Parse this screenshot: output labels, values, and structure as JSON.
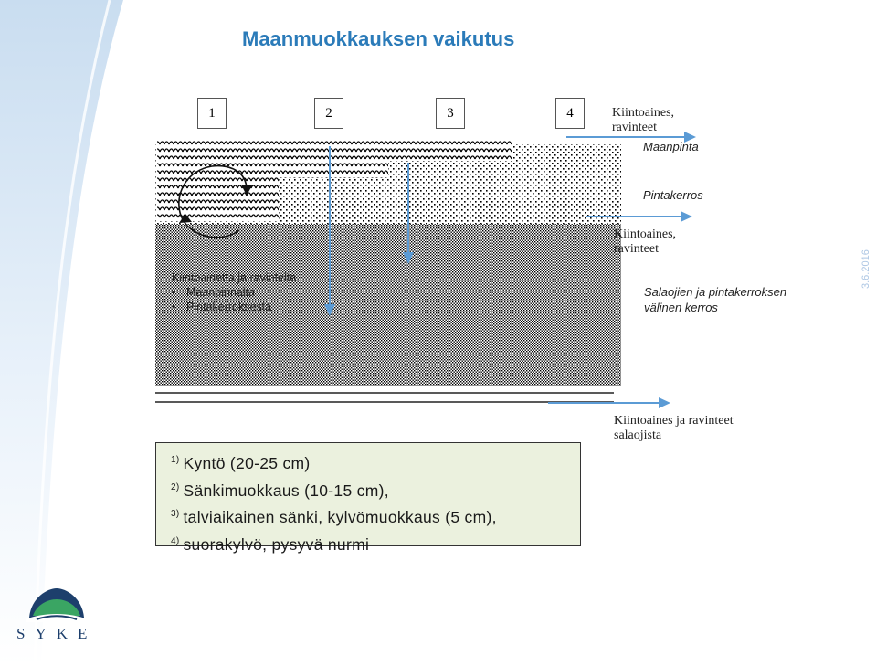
{
  "title": "Maanmuokkauksen vaikutus",
  "columns": [
    "1",
    "2",
    "3",
    "4"
  ],
  "labels": {
    "kiintoaines_top": [
      "Kiintoaines,",
      "ravinteet"
    ],
    "maanpinta": "Maanpinta",
    "pintakerros": "Pintakerros",
    "kiintoaines_mid": [
      "Kiintoaines,",
      "ravinteet"
    ],
    "salaojien": [
      "Salaojien ja pintakerroksen",
      "välinen kerros"
    ],
    "salaoja_out": [
      "Kiintoaines ja ravinteet",
      "salaojista"
    ]
  },
  "sources": {
    "heading": "Kiintoainetta ja ravinteita",
    "items": [
      "Maanpinnalta",
      "Pintakerroksesta"
    ]
  },
  "legend": [
    {
      "num": "1)",
      "text": "Kyntö (20-25 cm)"
    },
    {
      "num": "2)",
      "text": "Sänkimuokkaus (10-15 cm),"
    },
    {
      "num": "3)",
      "text": "talviaikainen sänki, kylvömuokkaus (5 cm),"
    },
    {
      "num": "4)",
      "text": "suorakylvö, pysyvä nurmi"
    }
  ],
  "date": "3.6.2016",
  "logo_text": "SYKE",
  "colors": {
    "title": "#2b7bb9",
    "arrow": "#5b9bd5",
    "legend_bg": "#ebf1de",
    "sidebar": "#bdd7ee"
  }
}
